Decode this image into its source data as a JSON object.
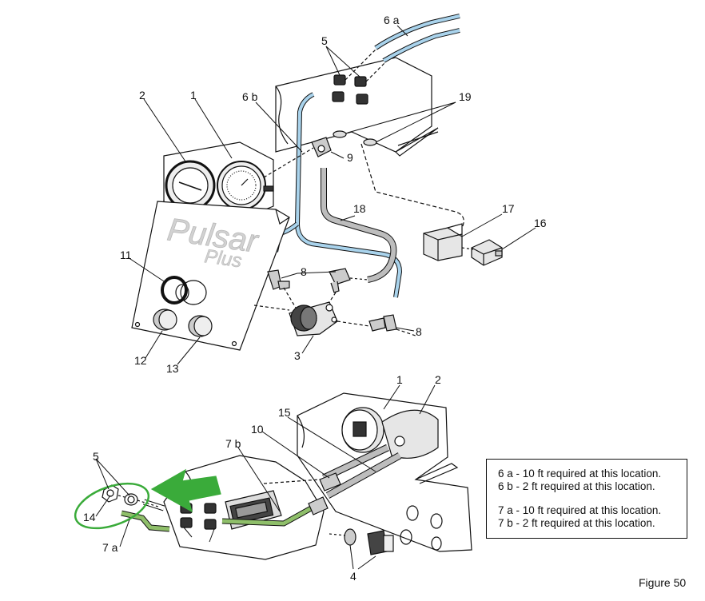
{
  "callouts": {
    "c6a": "6 a",
    "c5top": "5",
    "c6b": "6 b",
    "c19": "19",
    "c2top": "2",
    "c1top": "1",
    "c9": "9",
    "c18": "18",
    "c17": "17",
    "c16": "16",
    "c11": "11",
    "c8a": "8",
    "c8b": "8",
    "c12": "12",
    "c13": "13",
    "c3": "3",
    "c1bot": "1",
    "c2bot": "2",
    "c15": "15",
    "c10": "10",
    "c7b": "7 b",
    "c5bot": "5",
    "c14": "14",
    "c7a": "7 a",
    "c4": "4"
  },
  "panel_text": {
    "brand": "Pulsar",
    "sub": "Plus"
  },
  "notes": {
    "n1": "6 a - 10 ft required at this location.",
    "n2": "6 b - 2 ft required at this location.",
    "n3": "7 a - 10 ft required at this location.",
    "n4": "7 b - 2 ft required at this location."
  },
  "figure_label": "Figure 50",
  "colors": {
    "blue_tube": "#a9d3ec",
    "green_tube": "#8fbf6a",
    "highlight_green": "#3aab3a",
    "panel_gray": "#cfcfcf"
  }
}
